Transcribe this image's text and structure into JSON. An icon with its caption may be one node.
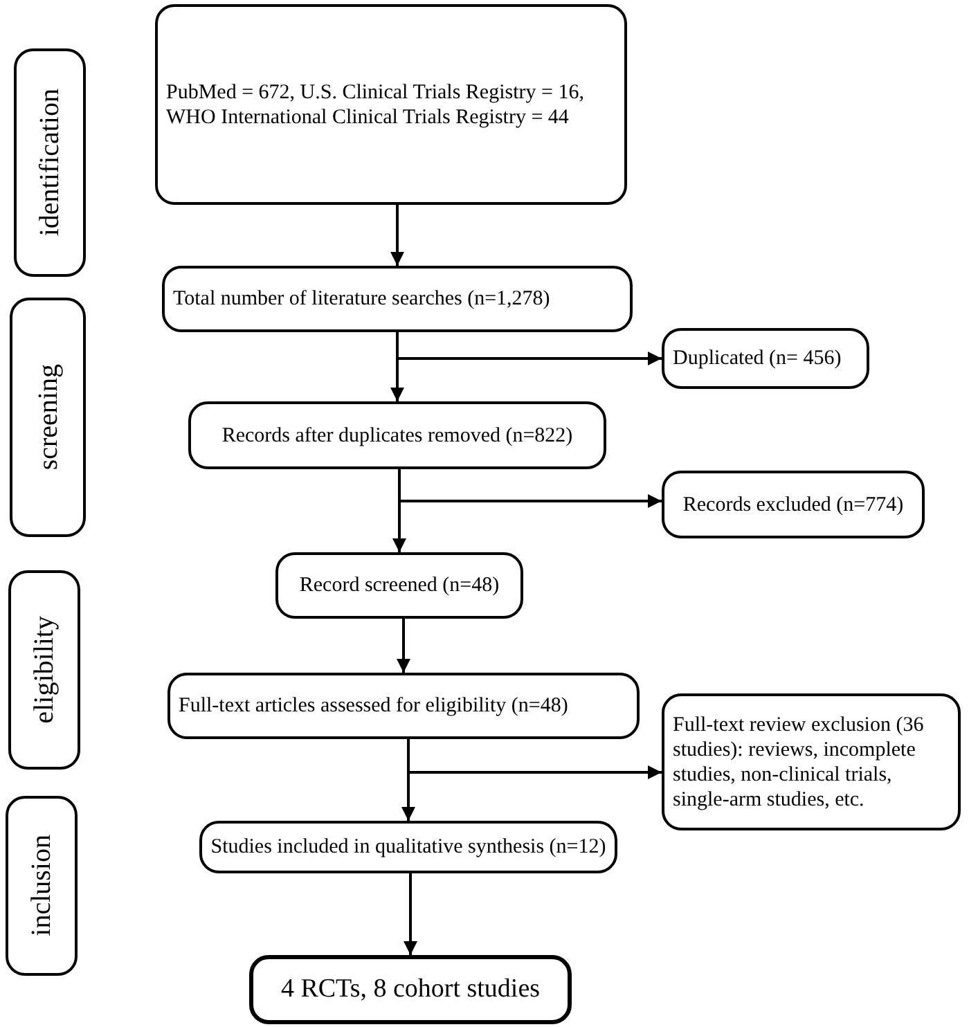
{
  "diagram": {
    "nodes": [
      {
        "text": [
          "identification"
        ]
      },
      {
        "text": [
          "PubMed = 672, U.S. Clinical Trials Registry = 16, WHO International Clinical Trials Registry = 44"
        ]
      },
      {
        "text": [
          "Total number of literature searches (n=1,278)"
        ]
      },
      {
        "text": [
          "screening"
        ]
      },
      {
        "text": [
          "Duplicated (n= 456)"
        ]
      },
      {
        "text": [
          "Records after duplicates removed (n=822)"
        ]
      },
      {
        "text": [
          "Records excluded (n=774)"
        ]
      },
      {
        "text": [
          "eligibility"
        ]
      },
      {
        "text": [
          "Record screened (n=48)"
        ]
      },
      {
        "text": [
          "Full-text articles assessed for eligibility (n=48)"
        ]
      },
      {
        "text": [
          "Full-text review exclusion (36 studies): reviews, incomplete studies, non-clinical trials, single-arm studies, etc."
        ]
      },
      {
        "text": [
          "inclusion"
        ]
      },
      {
        "text": [
          "Studies included in qualitative synthesis (n=12)"
        ]
      },
      {
        "text": [
          "4 RCTs, 8 cohort studies"
        ]
      }
    ],
    "edges": [
      {
        "from": 1,
        "to": 2,
        "arrow": "to"
      },
      {
        "from": 2,
        "to": 5,
        "arrow": "to"
      },
      {
        "from": 2,
        "to": 4,
        "arrow": "to"
      },
      {
        "from": 5,
        "to": 8,
        "arrow": "to"
      },
      {
        "from": 5,
        "to": 6,
        "arrow": "to"
      },
      {
        "from": 8,
        "to": 9,
        "arrow": "to"
      },
      {
        "from": 9,
        "to": 12,
        "arrow": "to"
      },
      {
        "from": 9,
        "to": 10,
        "arrow": "to"
      },
      {
        "from": 12,
        "to": 13,
        "arrow": "to"
      }
    ]
  }
}
